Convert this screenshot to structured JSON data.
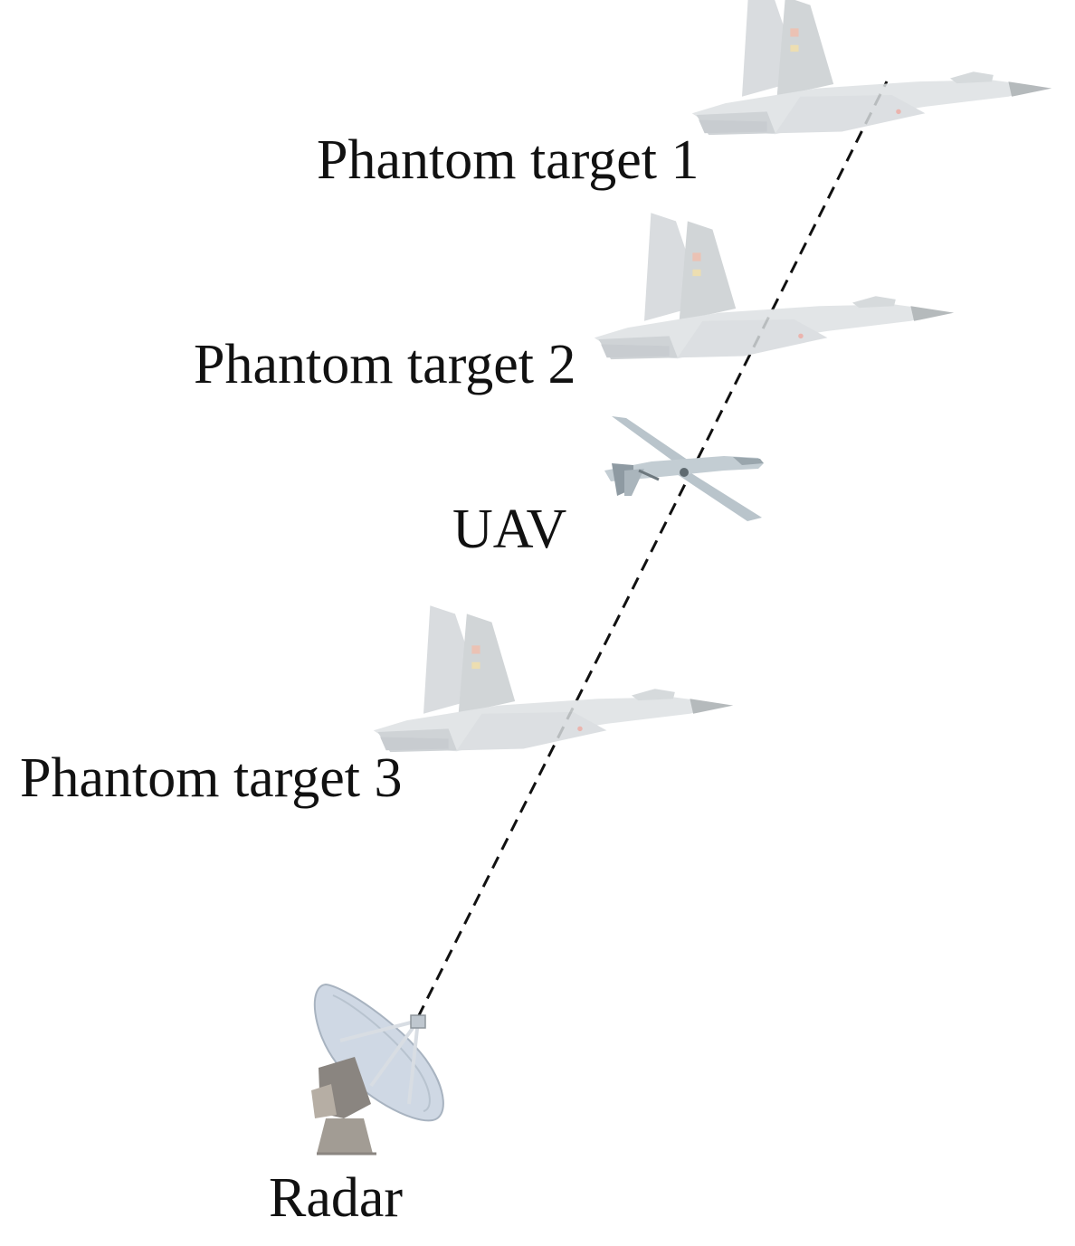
{
  "labels": {
    "phantom_target_1": "Phantom target 1",
    "phantom_target_2": "Phantom target 2",
    "uav": "UAV",
    "phantom_target_3": "Phantom target 3",
    "radar": "Radar"
  },
  "colors": {
    "phantom_jet_body": "#dde1e3",
    "phantom_jet_shade": "#c9ced1",
    "phantom_jet_nose": "#a9aeb1",
    "phantom_jet_marking": "#e8b8a8",
    "uav_body": "#b9c4cb",
    "uav_shade": "#8e9aa2",
    "radar_dish": "#cfd8e4",
    "radar_mount": "#8a8580",
    "line_of_sight": "#111111"
  },
  "icons": {
    "phantom_jet": "fighter-jet-icon",
    "uav": "drone-icon",
    "radar": "radar-dish-icon"
  }
}
